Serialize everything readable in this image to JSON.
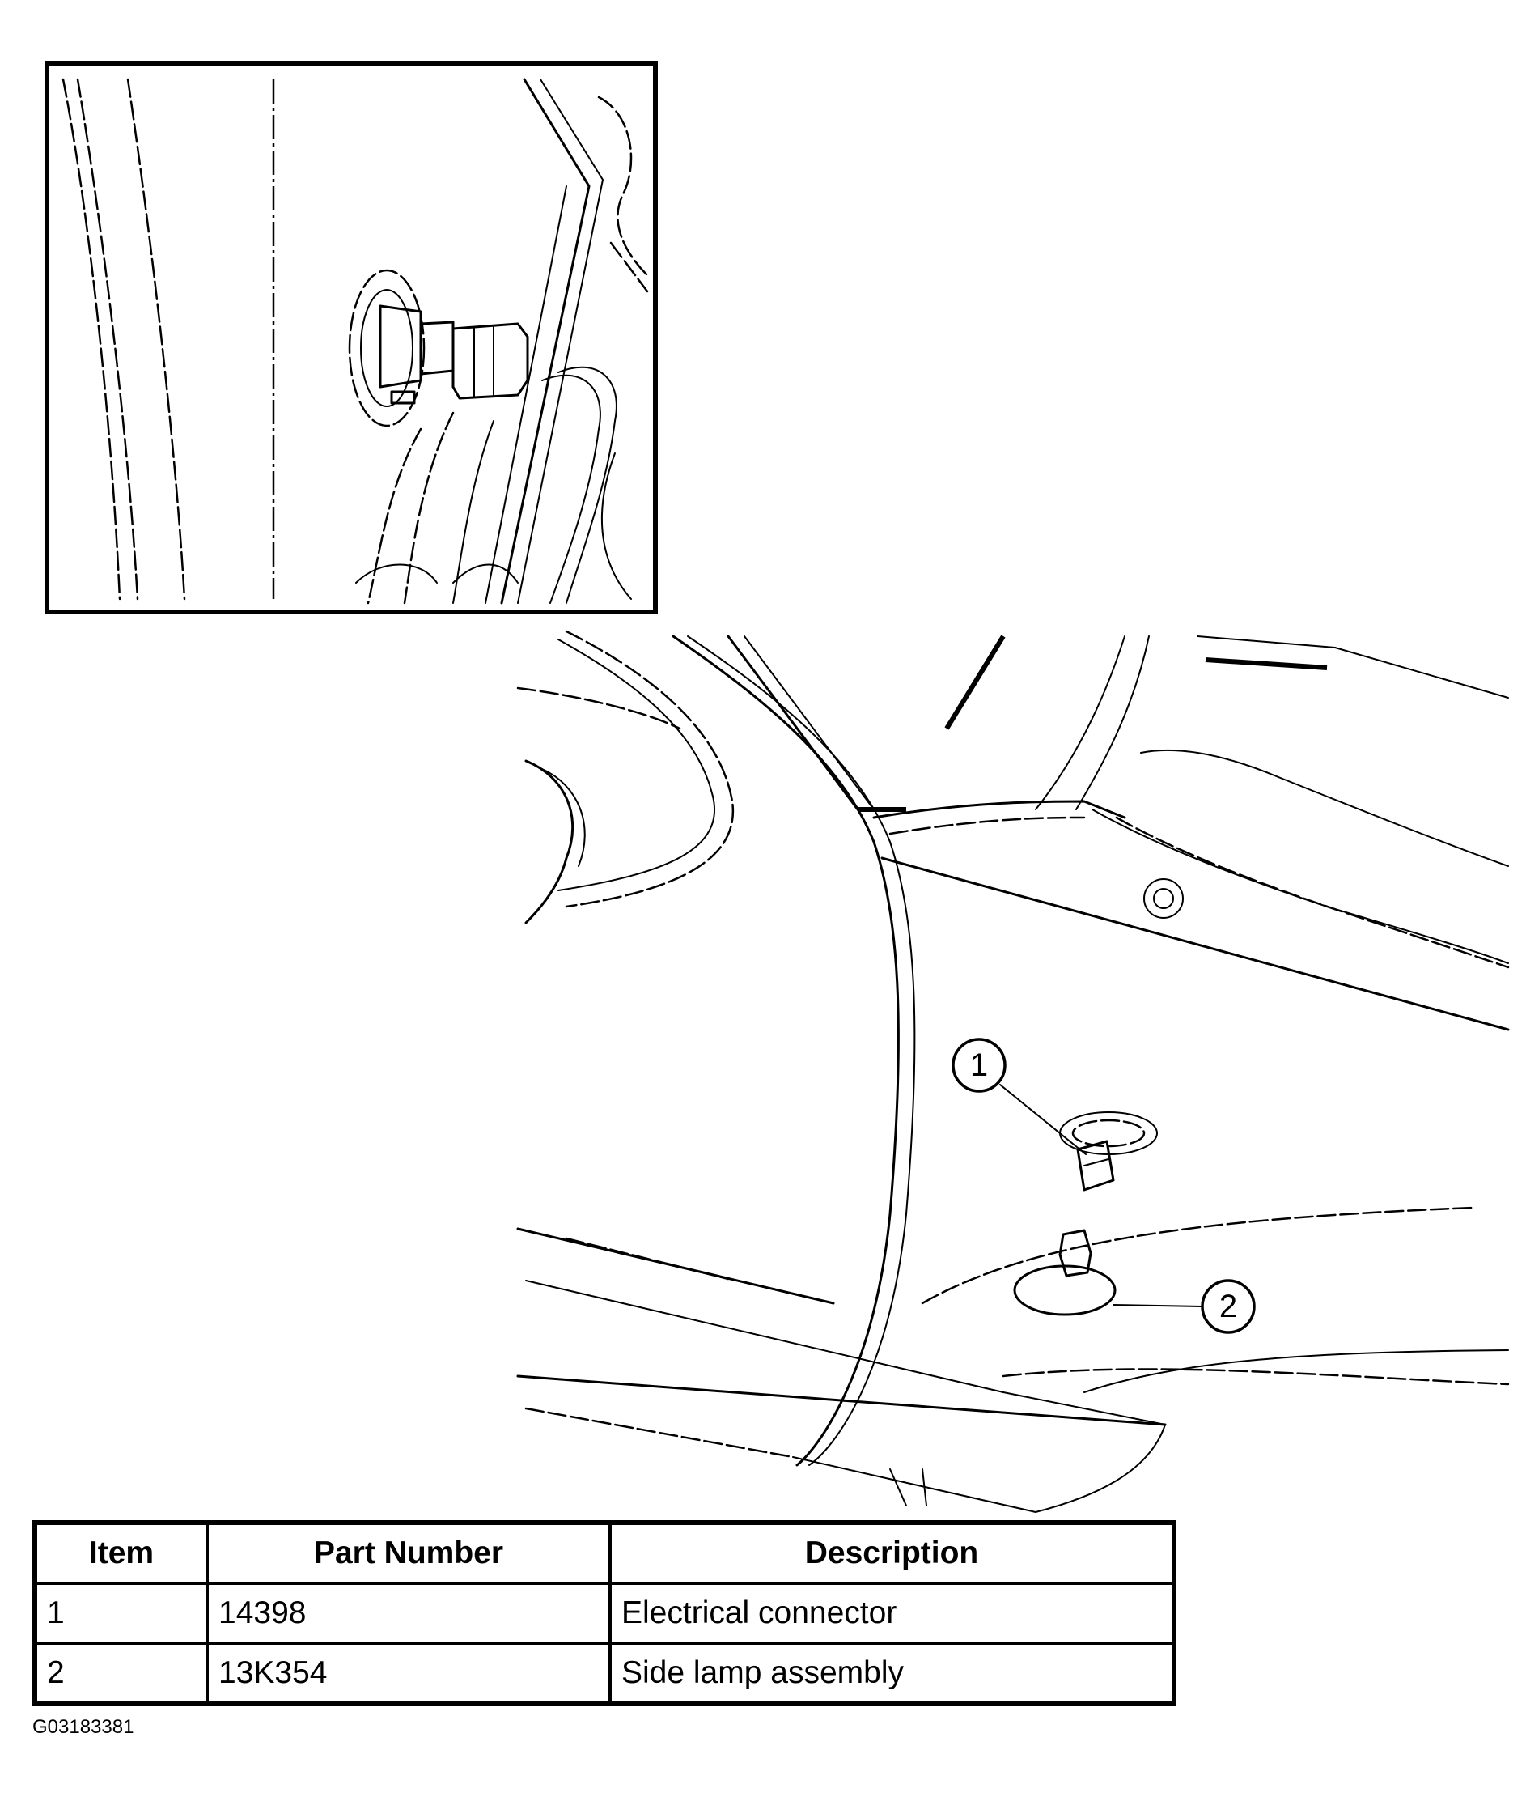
{
  "callouts": [
    {
      "number": "1"
    },
    {
      "number": "2"
    }
  ],
  "parts_table": {
    "headers": {
      "item": "Item",
      "part_number": "Part Number",
      "description": "Description"
    },
    "rows": [
      {
        "item": "1",
        "part_number": "14398",
        "description": "Electrical connector"
      },
      {
        "item": "2",
        "part_number": "13K354",
        "description": "Side lamp assembly"
      }
    ]
  },
  "figure_id": "G03183381"
}
